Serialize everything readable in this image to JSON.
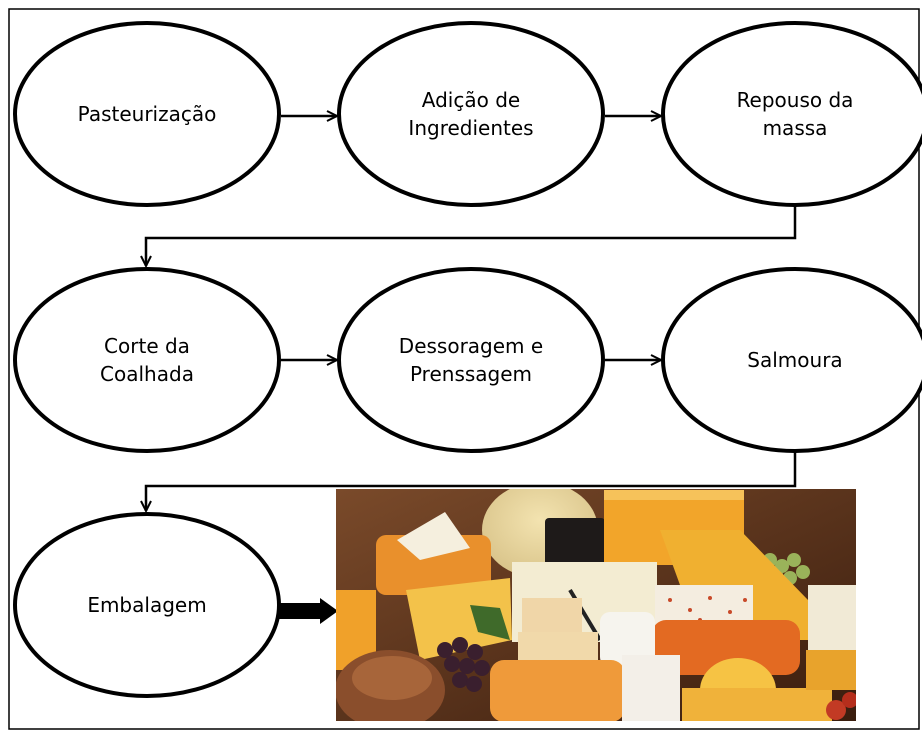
{
  "diagram": {
    "type": "flowchart",
    "nodes": [
      {
        "id": "pasteurizacao",
        "lines": [
          "Pasteurização"
        ]
      },
      {
        "id": "adicao",
        "lines": [
          "Adição de",
          "Ingredientes"
        ]
      },
      {
        "id": "repouso",
        "lines": [
          "Repouso da",
          "massa"
        ]
      },
      {
        "id": "corte",
        "lines": [
          "Corte da",
          "Coalhada"
        ]
      },
      {
        "id": "dessoragem",
        "lines": [
          "Dessoragem e",
          "Prenssagem"
        ]
      },
      {
        "id": "salmoura",
        "lines": [
          "Salmoura"
        ]
      },
      {
        "id": "embalagem",
        "lines": [
          "Embalagem"
        ]
      }
    ],
    "edges": [
      {
        "from": "pasteurizacao",
        "to": "adicao"
      },
      {
        "from": "adicao",
        "to": "repouso"
      },
      {
        "from": "repouso",
        "to": "corte"
      },
      {
        "from": "corte",
        "to": "dessoragem"
      },
      {
        "from": "dessoragem",
        "to": "salmoura"
      },
      {
        "from": "salmoura",
        "to": "embalagem"
      },
      {
        "from": "embalagem",
        "to": "cheese-photo"
      }
    ],
    "photo": {
      "subject": "assorted cheeses"
    }
  }
}
